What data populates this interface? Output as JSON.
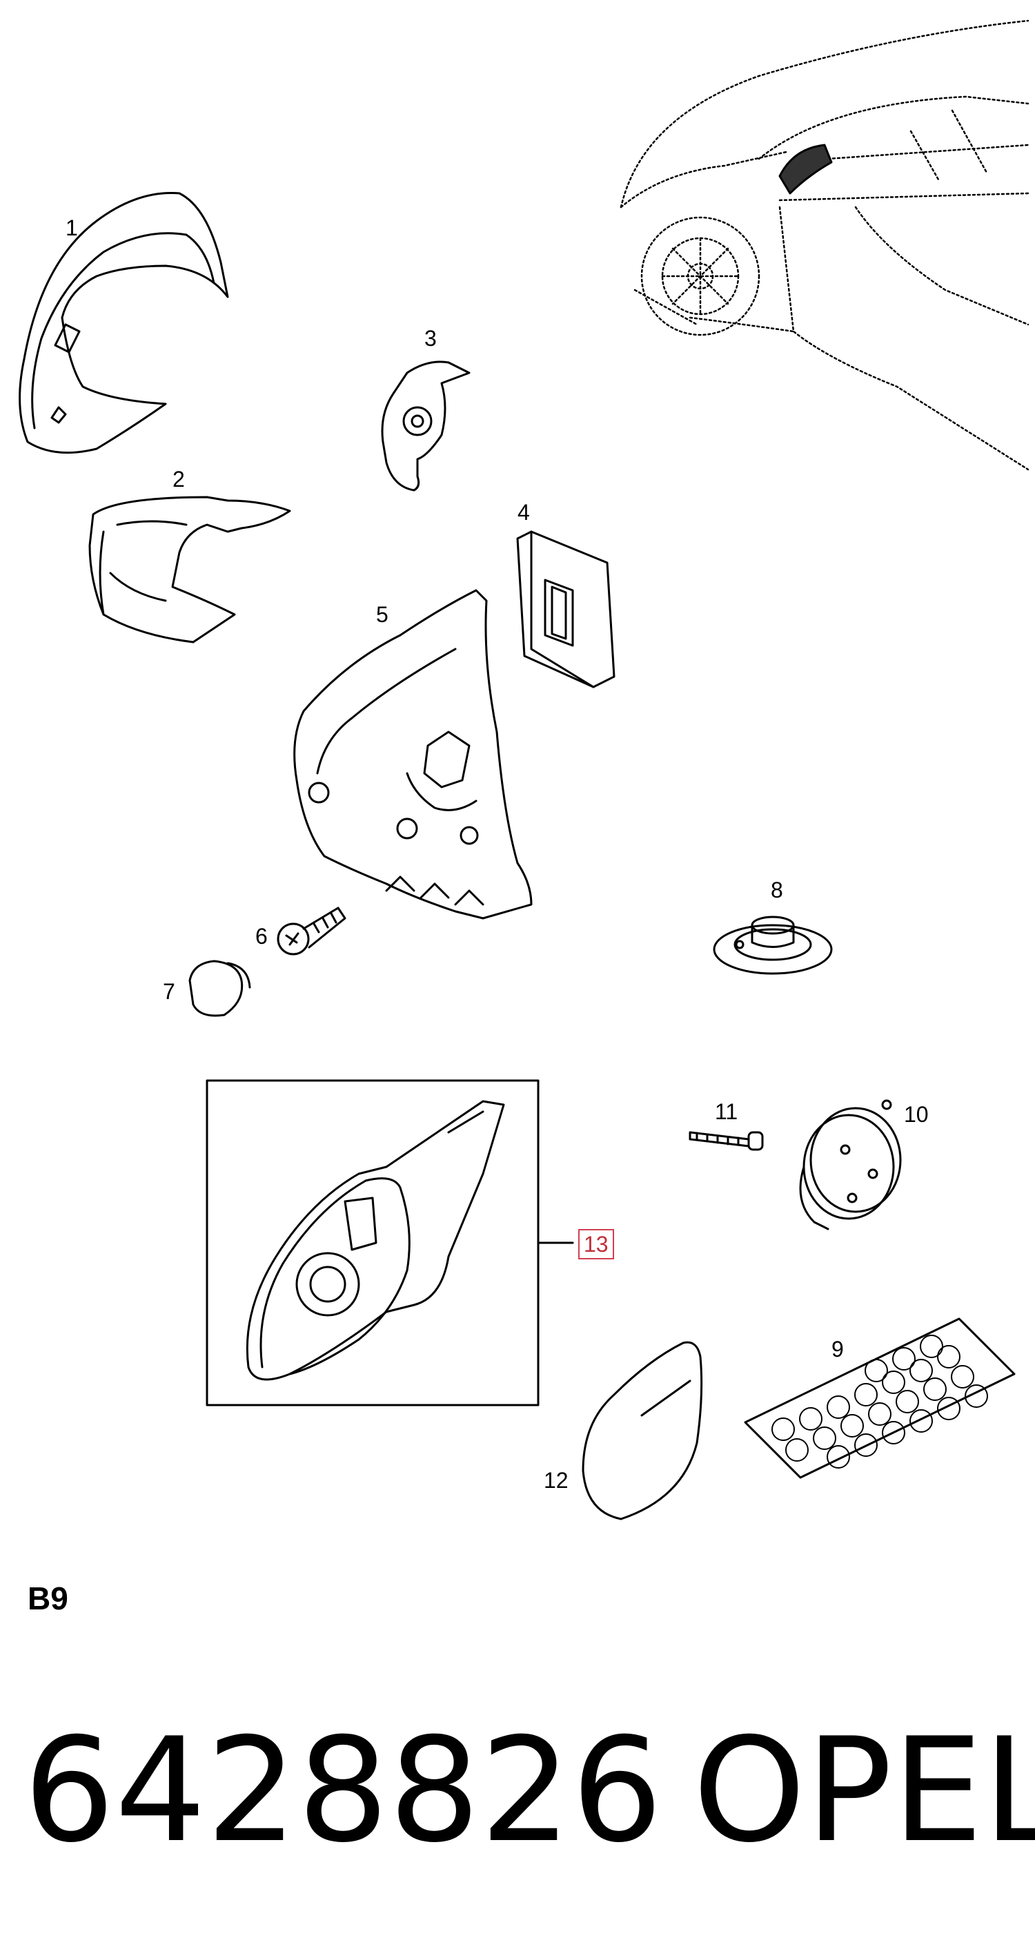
{
  "callouts": {
    "c1": "1",
    "c2": "2",
    "c3": "3",
    "c4": "4",
    "c5": "5",
    "c6": "6",
    "c7": "7",
    "c8": "8",
    "c9": "9",
    "c10": "10",
    "c11": "11",
    "c12": "12",
    "c13": "13"
  },
  "section_code": "B9",
  "part_number": "6428826",
  "brand": "OPEL",
  "colors": {
    "line": "#000000",
    "highlight_box": "#d04050",
    "highlight_text": "#c0303a"
  }
}
